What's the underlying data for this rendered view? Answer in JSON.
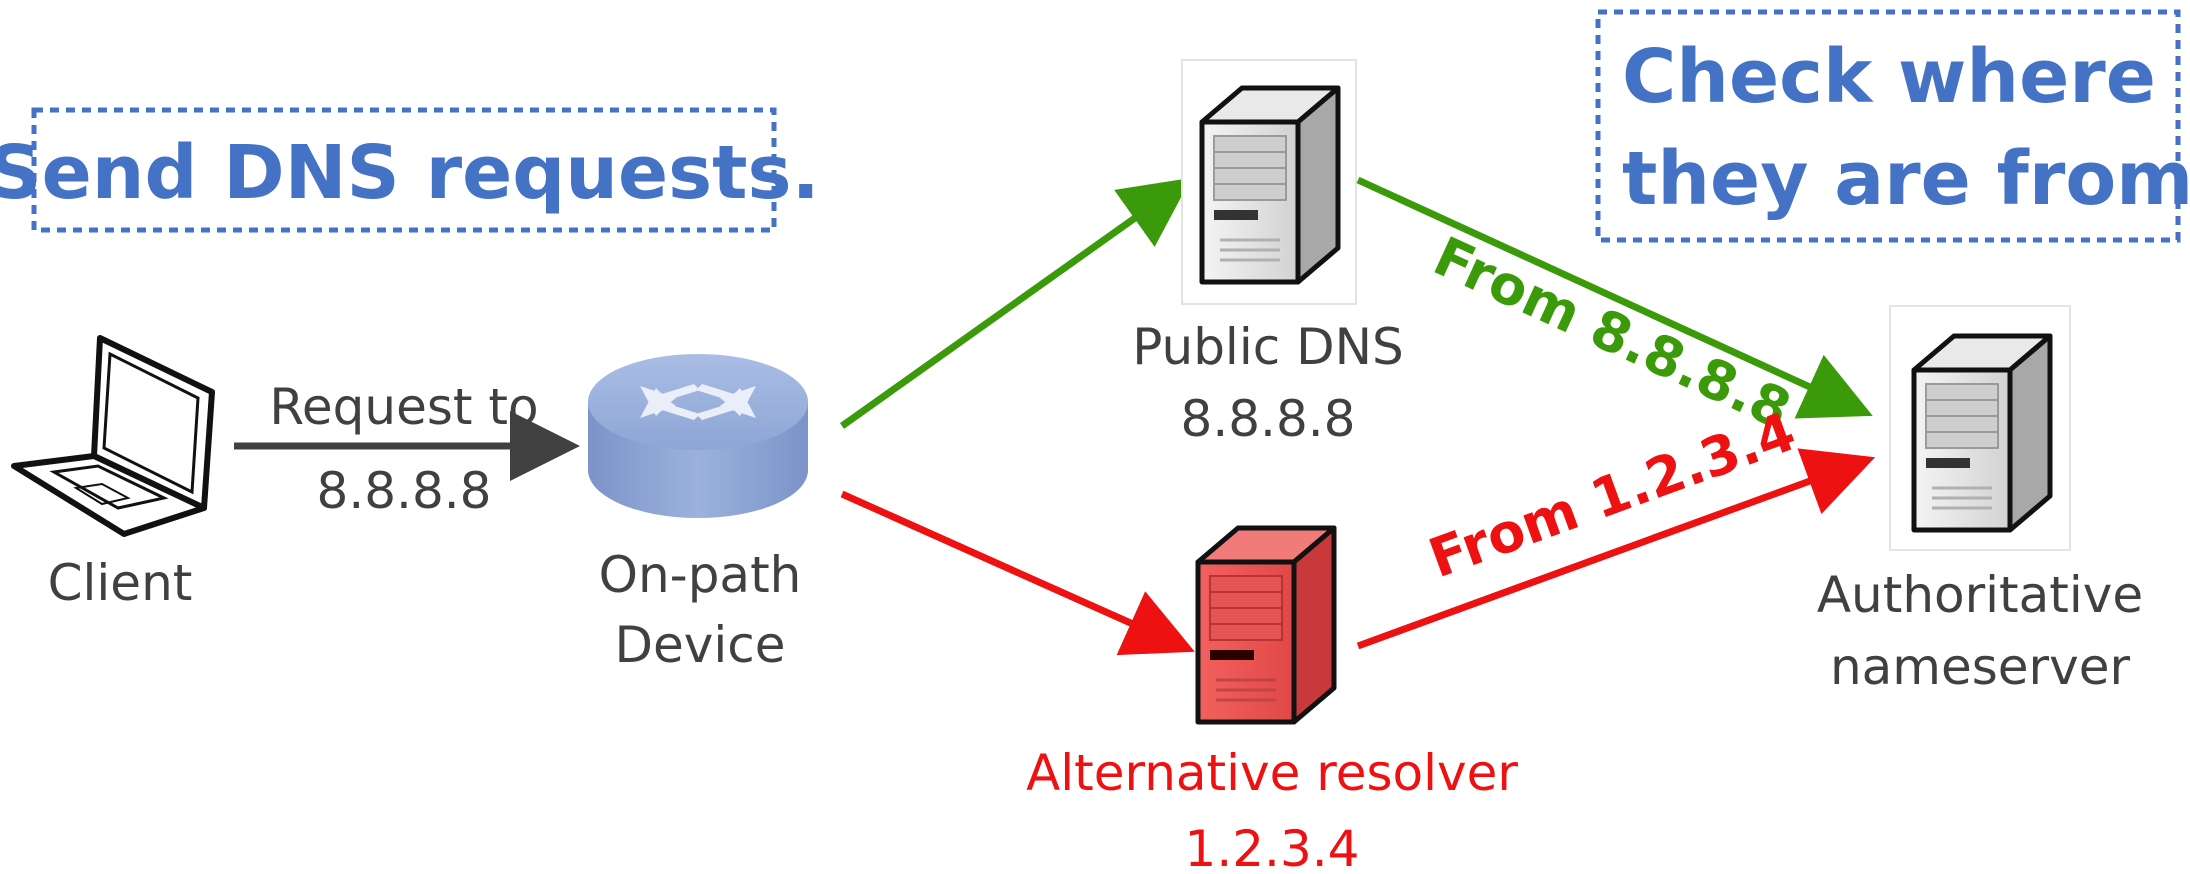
{
  "colors": {
    "accent_blue": "#4472C4",
    "legit_green": "#3A9A0A",
    "alt_red": "#EE1111",
    "text_gray": "#404040"
  },
  "callouts": {
    "left": "Send DNS requests.",
    "right_line1": "Check where",
    "right_line2": "they are from."
  },
  "nodes": {
    "client": {
      "label": "Client",
      "icon": "laptop-icon"
    },
    "onpath": {
      "label_line1": "On-path",
      "label_line2": "Device",
      "icon": "router-icon"
    },
    "public_dns": {
      "label_line1": "Public DNS",
      "label_line2": "8.8.8.8",
      "icon": "server-icon"
    },
    "alt_resolver": {
      "label_line1": "Alternative resolver",
      "label_line2": "1.2.3.4",
      "icon": "server-icon"
    },
    "authoritative": {
      "label_line1": "Authoritative",
      "label_line2": "nameserver",
      "icon": "server-icon"
    }
  },
  "edges": {
    "request": {
      "label_line1": "Request to",
      "label_line2": "8.8.8.8"
    },
    "from_public": {
      "label": "From 8.8.8.8"
    },
    "from_alt": {
      "label": "From 1.2.3.4"
    }
  }
}
